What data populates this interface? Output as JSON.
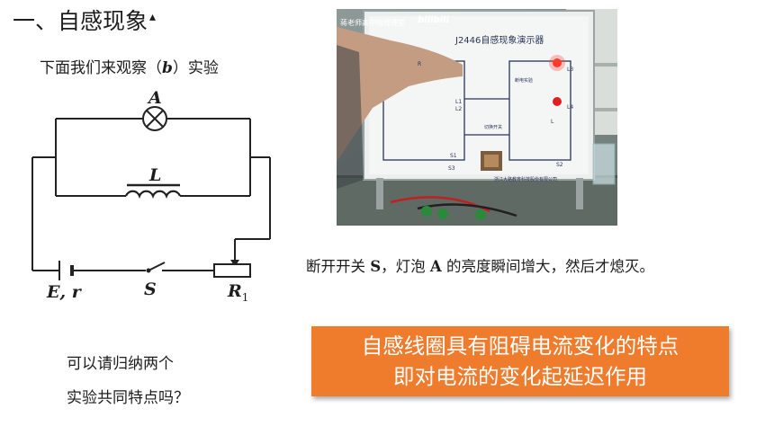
{
  "slide": {
    "title": "一、自感现象",
    "subtitle_prefix": "下面我们来观察（",
    "subtitle_var": "b",
    "subtitle_suffix": "）实验",
    "question_line1": "可以请归纳两个",
    "question_line2": "实验共同特点吗？",
    "caption_prefix": "断开开关 ",
    "caption_s": "S",
    "caption_mid": "，灯泡 ",
    "caption_a": "A",
    "caption_suffix": " 的亮度瞬间增大，然后才熄灭。",
    "callout_line1": "自感线圈具有阻碍电流变化的特点",
    "callout_line2": "即对电流的变化起延迟作用"
  },
  "circuit": {
    "lamp_label": "A",
    "inductor_label": "L",
    "battery_label": "E, r",
    "switch_label": "S",
    "rheostat_label": "R",
    "rheostat_sub": "1"
  },
  "photo": {
    "watermark": "蒋老师高中物理课堂",
    "brand": "bilibili",
    "board_title": "J2446自感现象演示器",
    "label_break": "断电实验",
    "label_inductor": "L",
    "label_s1": "S1",
    "label_s2": "S2",
    "label_s3": "S3",
    "label_l1": "L1",
    "label_l2": "L2",
    "label_l3": "L3",
    "label_l4": "L4",
    "label_switch": "切换开关",
    "label_r": "R",
    "manufacturer": "浙江大路教育科技股份有限公司"
  }
}
